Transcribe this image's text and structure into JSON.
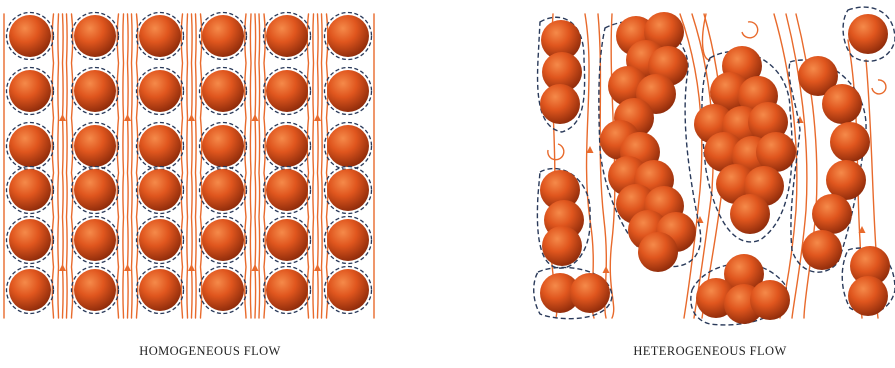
{
  "panels": [
    {
      "id": "homogeneous",
      "caption": "HOMOGENEOUS FLOW"
    },
    {
      "id": "heterogeneous",
      "caption": "HETEROGENEOUS FLOW"
    }
  ],
  "colors": {
    "particle_light": "#f06a2a",
    "particle_mid": "#d9521c",
    "particle_dark": "#8c2a0a",
    "streamline": "#e86a2c",
    "boundary_dash": "#2a3a5a"
  }
}
